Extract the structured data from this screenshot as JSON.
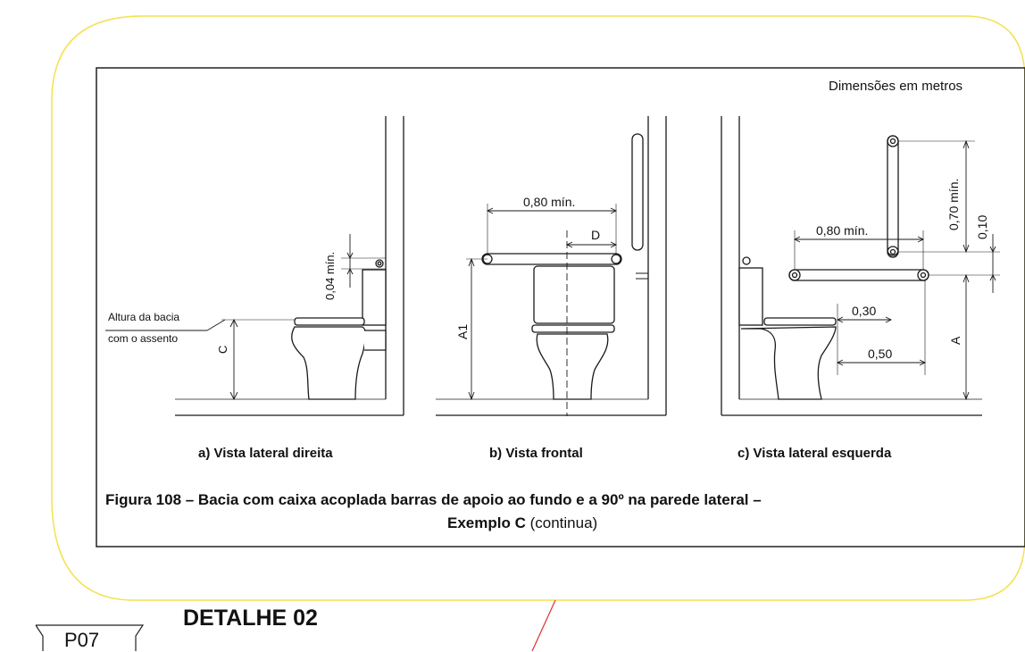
{
  "units_note": "Dimensões em metros",
  "views": {
    "a": {
      "caption": "a) Vista lateral direita",
      "seat_label_line1": "Altura da bacia",
      "seat_label_line2": "com o assento",
      "dim_c": "C",
      "dim_004": "0,04 mín."
    },
    "b": {
      "caption": "b) Vista frontal",
      "dim_080": "0,80 mín.",
      "dim_d": "D",
      "dim_a1": "A1"
    },
    "c": {
      "caption": "c) Vista lateral esquerda",
      "dim_080": "0,80 mín.",
      "dim_070": "0,70 mín.",
      "dim_010": "0,10",
      "dim_030": "0,30",
      "dim_050": "0,50",
      "dim_a": "A"
    }
  },
  "figure": {
    "caption_bold": "Figura 108 – Bacia com caixa acoplada barras de apoio ao fundo e a 90º na parede lateral –",
    "caption_line2_bold": "Exemplo C",
    "caption_line2_normal": "(continua)"
  },
  "detail_title": "DETALHE 02",
  "sheet_tag": "P07",
  "colors": {
    "highlight_outline": "#f5e050",
    "red_line": "#e03030",
    "ink": "#1a1a1a"
  }
}
